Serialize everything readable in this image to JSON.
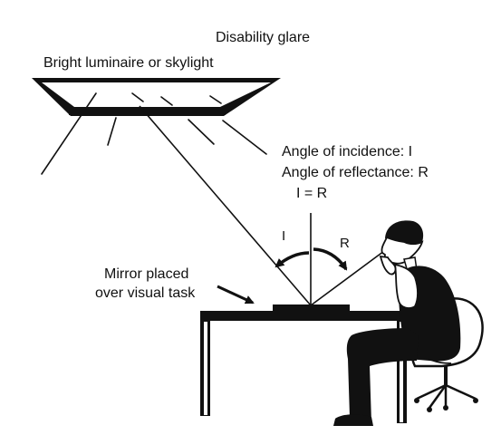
{
  "title": "Disability glare",
  "luminaire_label": "Bright luminaire or skylight",
  "angles": {
    "incidence": "Angle of incidence: I",
    "reflectance": "Angle of reflectance: R",
    "equation": "I = R",
    "i_mark": "I",
    "r_mark": "R"
  },
  "mirror": {
    "line1": "Mirror placed",
    "line2": "over visual task"
  }
}
